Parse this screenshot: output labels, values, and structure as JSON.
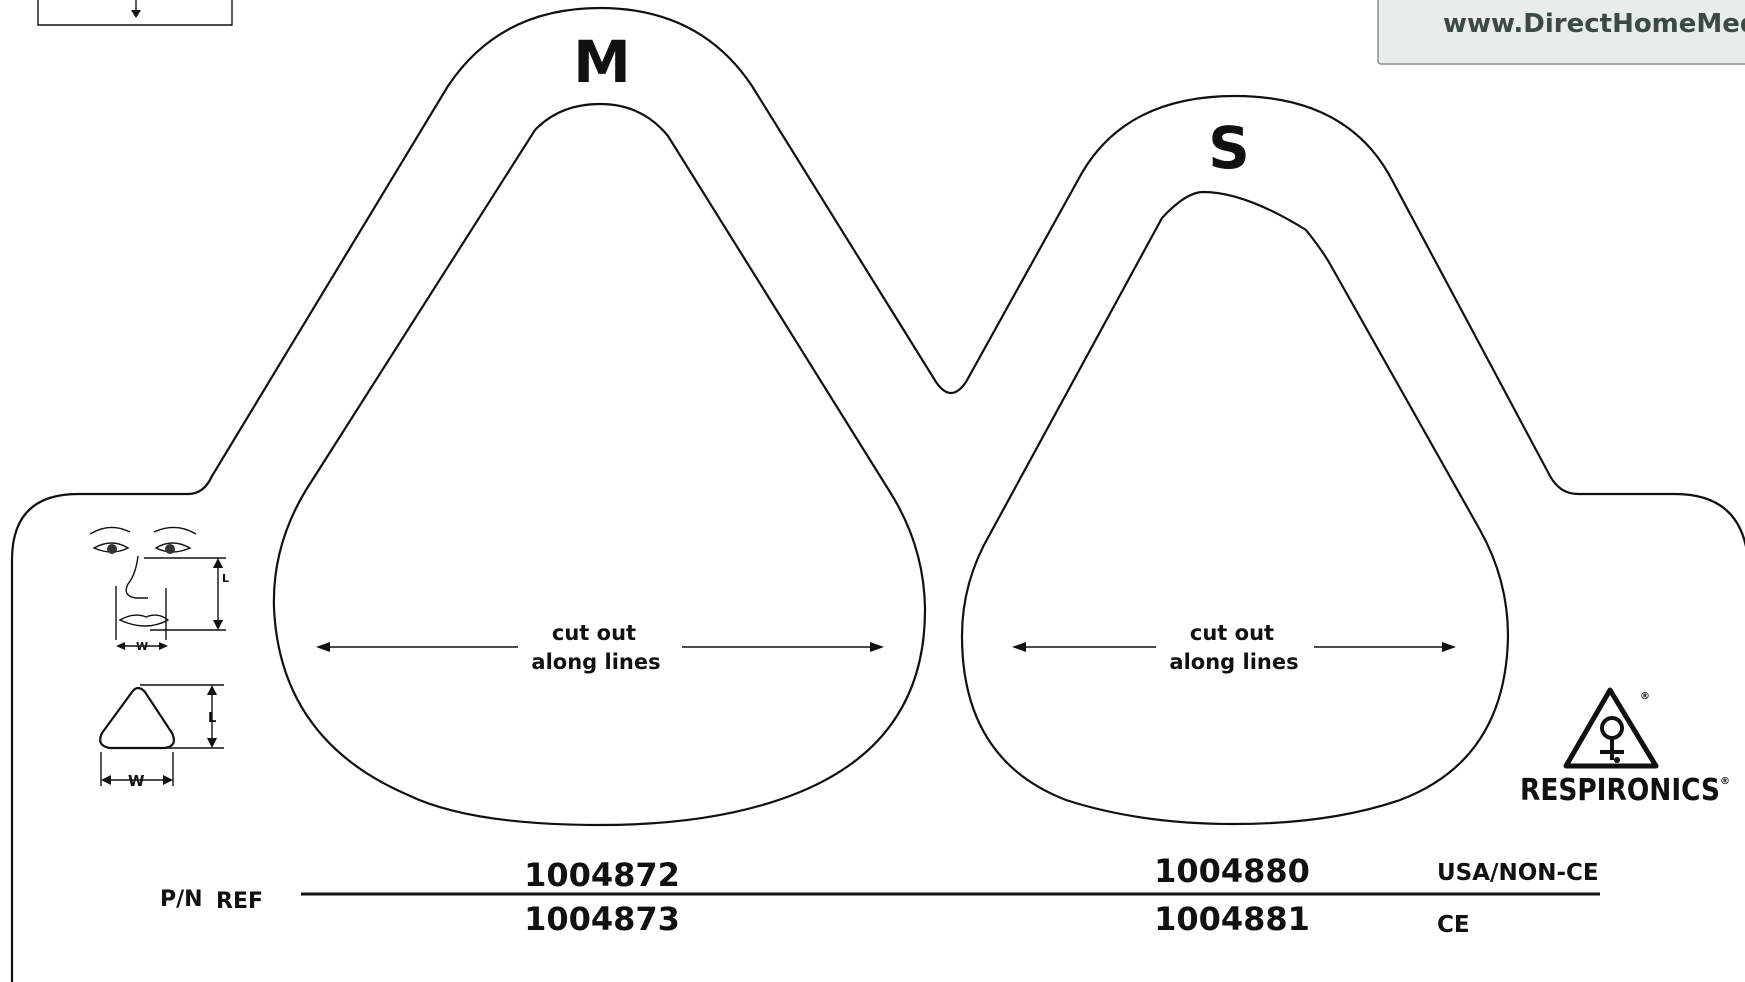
{
  "sizes": [
    {
      "size_label": "M",
      "cut_text_line1": "cut out",
      "cut_text_line2": "along lines",
      "usa_code": "1004872",
      "ce_code": "1004873"
    },
    {
      "size_label": "S",
      "cut_text_line1": "cut out",
      "cut_text_line2": "along lines",
      "usa_code": "1004880",
      "ce_code": "1004881"
    }
  ],
  "part_number": {
    "pn_label": "P/N",
    "ref_label": "REF"
  },
  "regions": {
    "usa_label": "USA/NON-CE",
    "ce_label": "CE"
  },
  "brand": {
    "name": "RESPIRONICS",
    "registered_mark": "®"
  },
  "banner": {
    "url_text": "www.DirectHomeMedical"
  },
  "face_guide": {
    "length_label": "L",
    "width_label": "W"
  },
  "mask_guide": {
    "length_label": "L",
    "width_label": "W"
  }
}
